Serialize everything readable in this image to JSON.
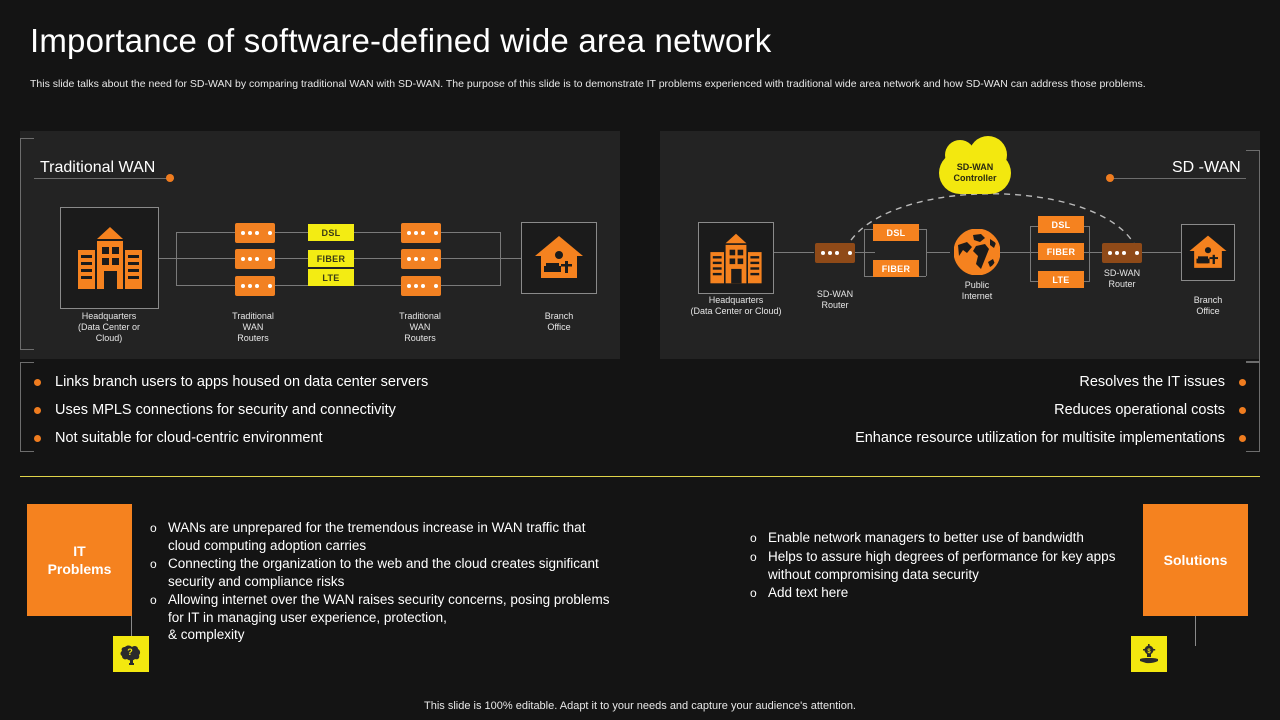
{
  "header": {
    "title": "Importance of software-defined wide area network",
    "subtitle": "This slide talks about the need for SD-WAN by comparing traditional WAN with SD-WAN.  The purpose of this slide is to demonstrate IT problems experienced with traditional wide area network and how SD-WAN can address those problems."
  },
  "colors": {
    "background": "#141414",
    "panel": "#232323",
    "accent_orange": "#f5821f",
    "accent_yellow": "#f3e80f",
    "bullet_dot": "#ef7c1f",
    "wire": "#7a7a7a",
    "divider": "#e0d44a"
  },
  "left_panel": {
    "tab_label": "Traditional WAN",
    "nodes": {
      "headquarters": "Headquarters\n(Data Center or\nCloud)",
      "routers_near": "Traditional\nWAN\nRouters",
      "routers_far": "Traditional\nWAN\nRouters",
      "branch": "Branch\nOffice"
    },
    "links": [
      "DSL",
      "FIBER",
      "LTE"
    ],
    "icons": {
      "headquarters": "office-building-icon",
      "branch": "house-icon",
      "router": "router-icon"
    }
  },
  "right_panel": {
    "tab_label": "SD -WAN",
    "nodes": {
      "headquarters": "Headquarters\n(Data Center or Cloud)",
      "router_left": "SD-WAN\nRouter",
      "internet": "Public\nInternet",
      "router_right": "SD-WAN\nRouter",
      "branch": "Branch\nOffice"
    },
    "controller": {
      "line1": "SD-WAN",
      "line2": "Controller"
    },
    "links_left": [
      "DSL",
      "FIBER"
    ],
    "links_right": [
      "DSL",
      "FIBER",
      "LTE"
    ],
    "icons": {
      "headquarters": "office-building-icon",
      "branch": "house-icon",
      "internet": "globe-icon",
      "controller": "cloud-icon",
      "router": "router-icon"
    }
  },
  "bullets_left": [
    "Links branch users to apps housed on data center servers",
    "Uses MPLS connections for security and connectivity",
    "Not suitable for cloud-centric environment"
  ],
  "bullets_right": [
    "Resolves the IT issues",
    "Reduces operational costs",
    "Enhance resource utilization for multisite implementations"
  ],
  "bottom": {
    "problems_label": "IT\nProblems",
    "solutions_label": "Solutions",
    "problems_icon": "brain-question-icon",
    "solutions_icon": "lightbulb-hand-icon",
    "problems": [
      "WANs are unprepared for the tremendous increase in WAN traffic that cloud computing adoption carries",
      "Connecting the organization to the web and the cloud creates significant security and compliance risks",
      "Allowing internet over the WAN raises security concerns, posing problems for IT in managing user experience, protection,\n& complexity"
    ],
    "solutions": [
      "Enable network managers to better use of bandwidth",
      "Helps to assure high degrees of performance for key apps without compromising data security",
      "Add text here"
    ],
    "marker": "o"
  },
  "footer": {
    "note": "This slide is 100% editable. Adapt it to your needs and capture your audience's attention."
  }
}
